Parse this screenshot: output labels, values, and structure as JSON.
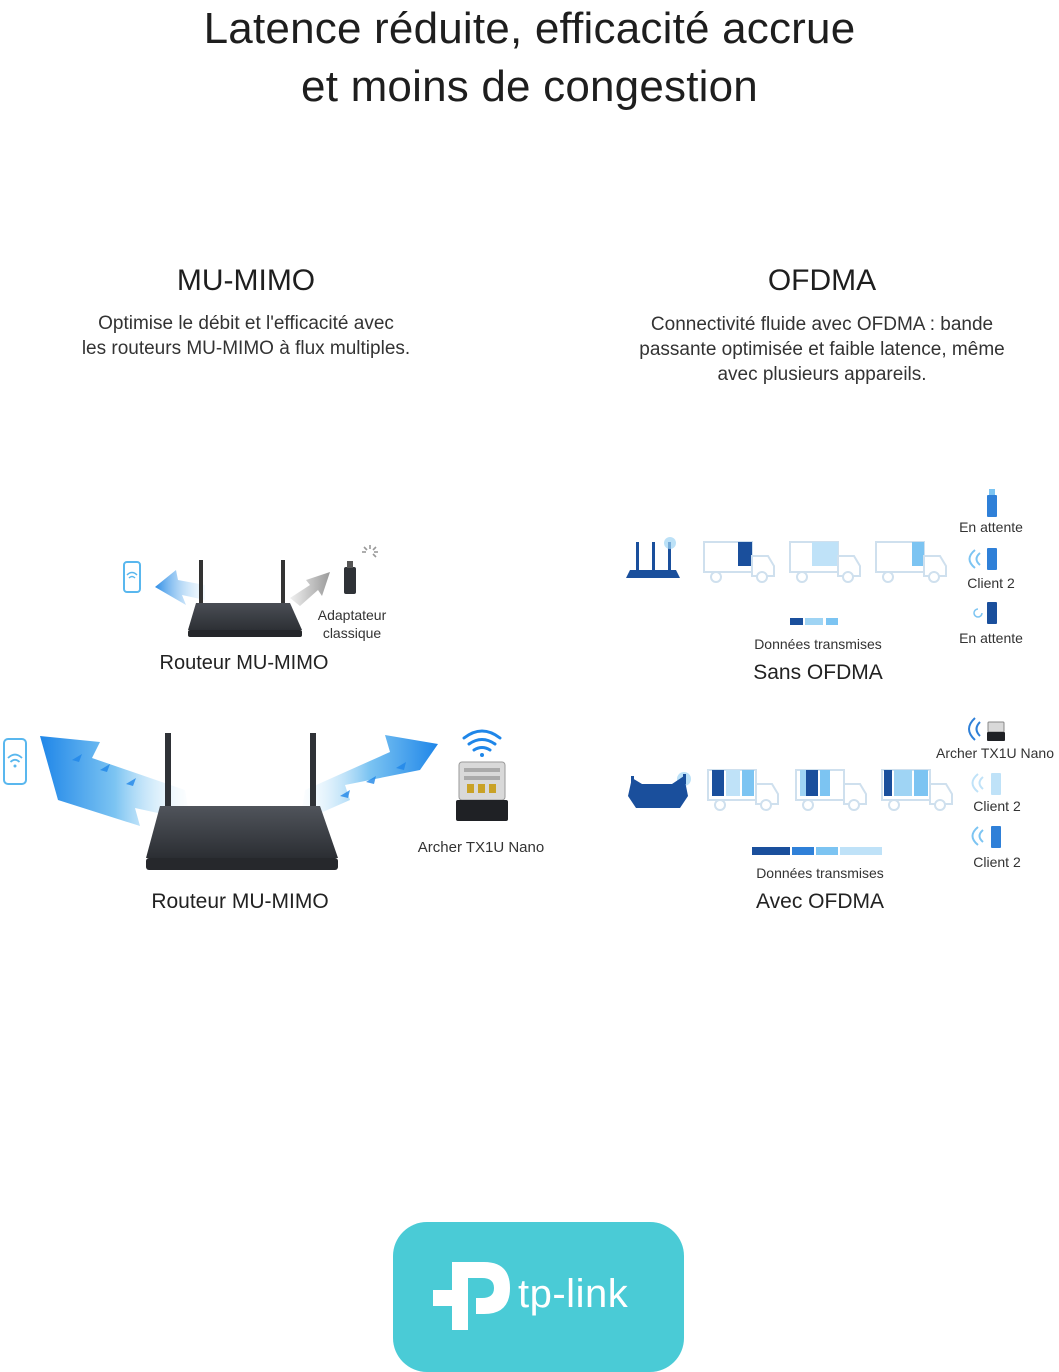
{
  "headline": {
    "line1": "Latence réduite, efficacité accrue",
    "line2": "et moins de congestion"
  },
  "mumimo": {
    "title": "MU-MIMO",
    "desc_line1": "Optimise le débit et l'efficacité avec",
    "desc_line2": "les routeurs MU-MIMO à flux multiples.",
    "top_adapter_line1": "Adaptateur",
    "top_adapter_line2": "classique",
    "top_router_label": "Routeur MU-MIMO",
    "bottom_adapter_label": "Archer TX1U Nano",
    "bottom_router_label": "Routeur MU-MIMO"
  },
  "ofdma": {
    "title": "OFDMA",
    "desc_line1": "Connectivité fluide avec OFDMA : bande",
    "desc_line2": "passante optimisée et faible latence, même",
    "desc_line3": "avec plusieurs appareils.",
    "without": {
      "client_top": "En attente",
      "client_mid": "Client 2",
      "client_bottom": "En attente",
      "data_label": "Données transmises",
      "caption": "Sans OFDMA"
    },
    "with": {
      "client_top": "Archer TX1U Nano",
      "client_mid": "Client 2",
      "client_bottom": "Client 2",
      "data_label": "Données transmises",
      "caption": "Avec OFDMA"
    }
  },
  "brand": {
    "logo_text": "tp-link"
  },
  "colors": {
    "dark_blue": "#1a4f9c",
    "mid_blue": "#2f80d8",
    "light_blue": "#9fd4f4",
    "pale_blue": "#cfe9fa",
    "router_gray": "#3a3d42",
    "logo_bg": "#4acbd6"
  }
}
